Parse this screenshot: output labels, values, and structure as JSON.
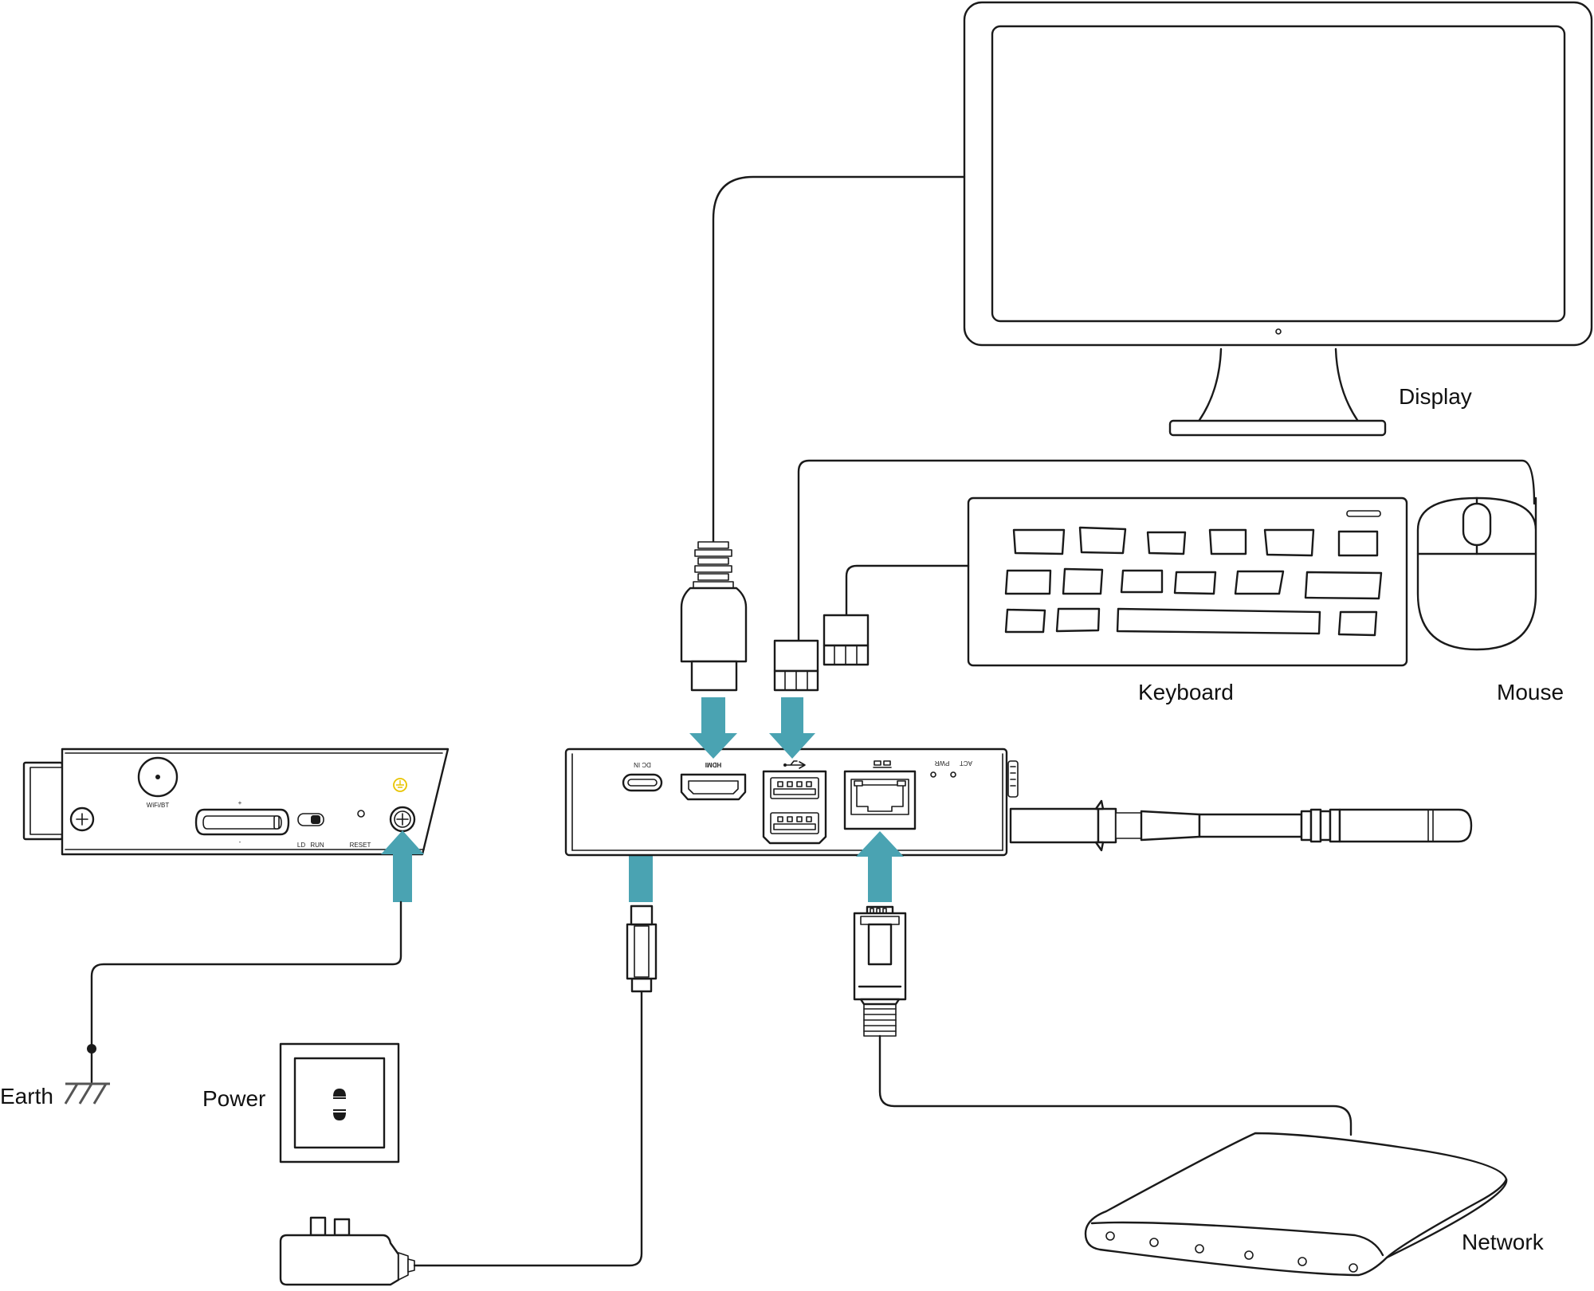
{
  "labels": {
    "display": "Display",
    "keyboard": "Keyboard",
    "mouse": "Mouse",
    "earth": "Earth",
    "power": "Power",
    "network": "Network"
  },
  "device_side_panel": {
    "wifi_bt": "WiFi/BT",
    "plus": "+",
    "minus": "-",
    "ld": "LD",
    "run": "RUN",
    "reset": "RESET"
  },
  "device_front_panel": {
    "dc_in": "DC IN",
    "hdmi": "HDMI",
    "pwr": "PWR",
    "act": "ACT"
  },
  "colors": {
    "arrow": "#4aa3b2",
    "line": "#1a1a1a",
    "ground_symbol": "#e8c400"
  }
}
